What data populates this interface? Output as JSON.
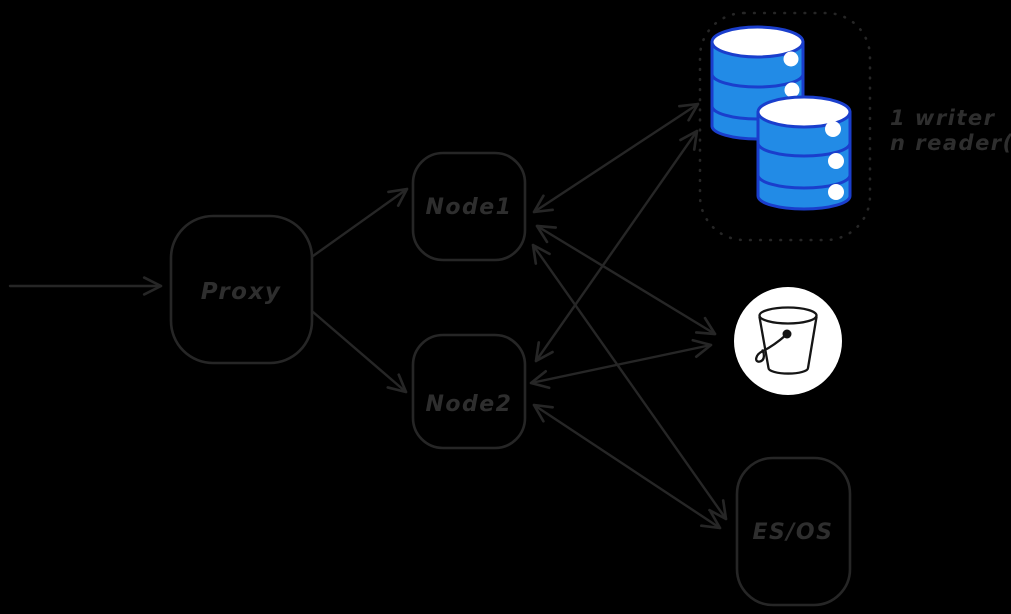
{
  "diagram": {
    "type": "architecture-flow",
    "background_color": "#000000",
    "line_color": "#262626",
    "nodes": {
      "proxy": {
        "label": "Proxy",
        "shape": "rounded-rectangle"
      },
      "node1": {
        "label": "Node1",
        "shape": "rounded-rectangle"
      },
      "node2": {
        "label": "Node2",
        "shape": "rounded-rectangle"
      },
      "esos": {
        "label": "ES/OS",
        "shape": "rounded-rectangle"
      }
    },
    "database_cluster": {
      "icon": "database-cylinders-icon",
      "cylinder_count": 2,
      "fill_color": "#228be6",
      "stroke_color": "#1a3ecc",
      "border_style": "dotted-rounded-rectangle",
      "annotation": {
        "line1": "1 writer",
        "line2": "n reader(s)"
      }
    },
    "object_storage": {
      "icon": "bucket-icon",
      "background_color": "#ffffff"
    },
    "edges": [
      {
        "from": "external",
        "to": "proxy",
        "arrowheads": "end"
      },
      {
        "from": "proxy",
        "to": "node1",
        "arrowheads": "end"
      },
      {
        "from": "proxy",
        "to": "node2",
        "arrowheads": "end"
      },
      {
        "from": "node1",
        "to": "database-cluster",
        "arrowheads": "both"
      },
      {
        "from": "node1",
        "to": "bucket",
        "arrowheads": "both"
      },
      {
        "from": "node1",
        "to": "es-os",
        "arrowheads": "both"
      },
      {
        "from": "node2",
        "to": "database-cluster",
        "arrowheads": "both"
      },
      {
        "from": "node2",
        "to": "bucket",
        "arrowheads": "both"
      },
      {
        "from": "node2",
        "to": "es-os",
        "arrowheads": "both"
      }
    ]
  }
}
